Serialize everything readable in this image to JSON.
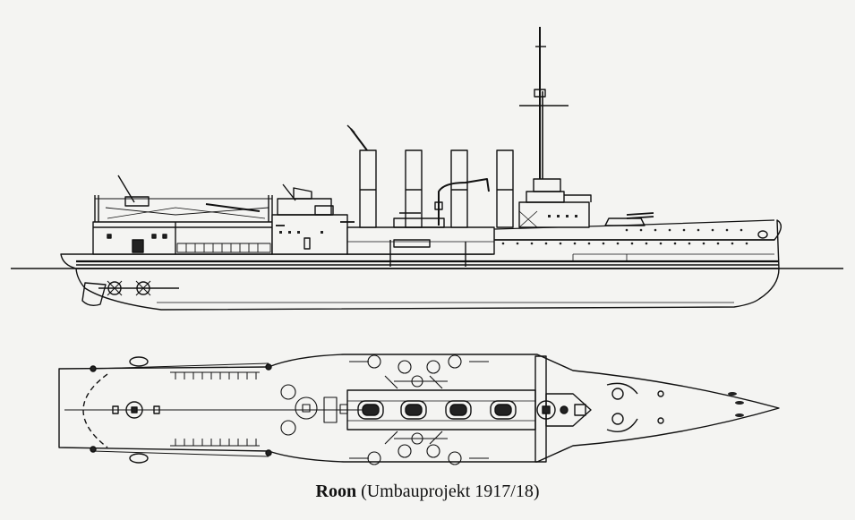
{
  "caption": {
    "ship_name": "Roon",
    "subtitle": "(Umbauprojekt 1917/18)"
  },
  "colors": {
    "ink": "#111111",
    "paper": "#f4f4f2",
    "porthole": "#222222"
  },
  "drawings": {
    "side_elevation": "ship-profile",
    "deck_plan": "ship-plan-view"
  }
}
